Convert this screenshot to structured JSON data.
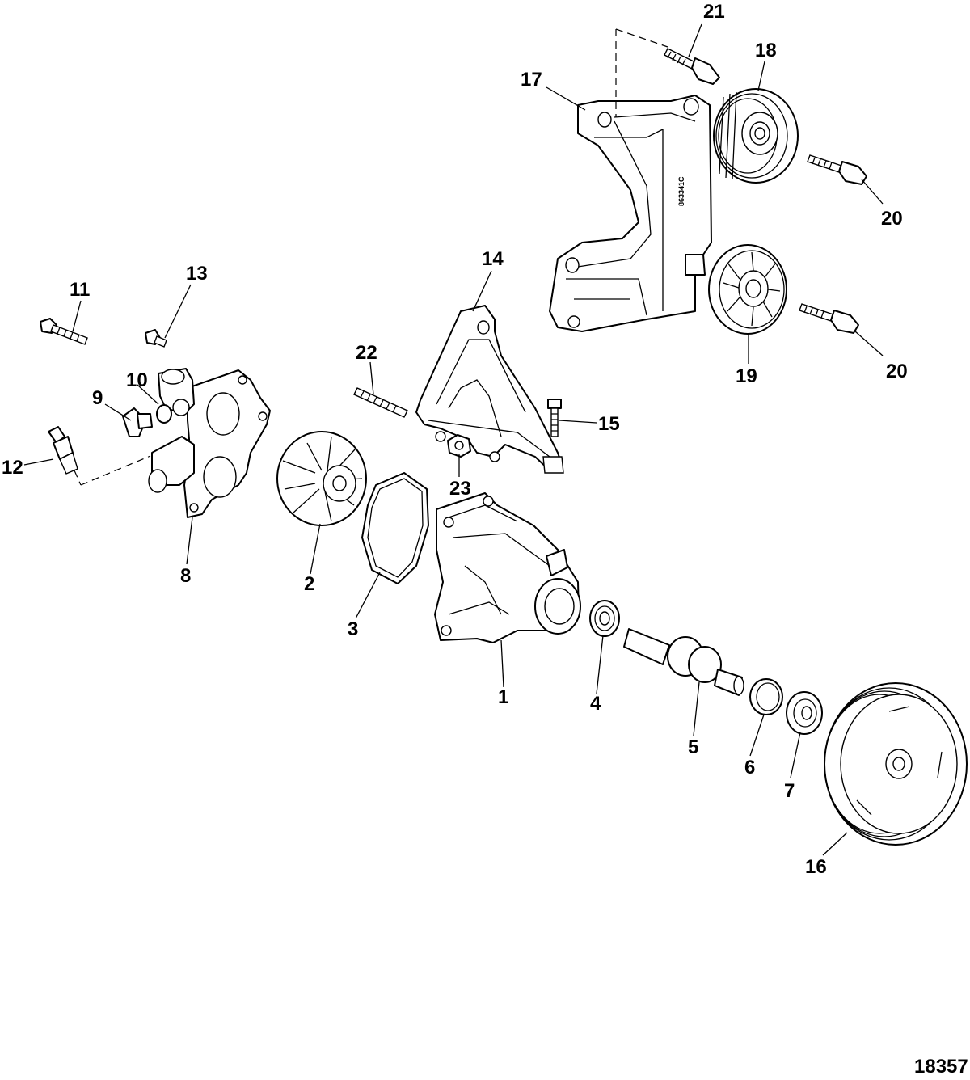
{
  "diagram": {
    "reference_number": "18357",
    "bracket_stamp": "863341C",
    "labels": {
      "p1": "1",
      "p2": "2",
      "p3": "3",
      "p4": "4",
      "p5": "5",
      "p6": "6",
      "p7": "7",
      "p8": "8",
      "p9": "9",
      "p10": "10",
      "p11": "11",
      "p12": "12",
      "p13": "13",
      "p14": "14",
      "p15": "15",
      "p16": "16",
      "p17": "17",
      "p18": "18",
      "p19": "19",
      "p20a": "20",
      "p20b": "20",
      "p21": "21",
      "p22": "22",
      "p23": "23"
    }
  }
}
